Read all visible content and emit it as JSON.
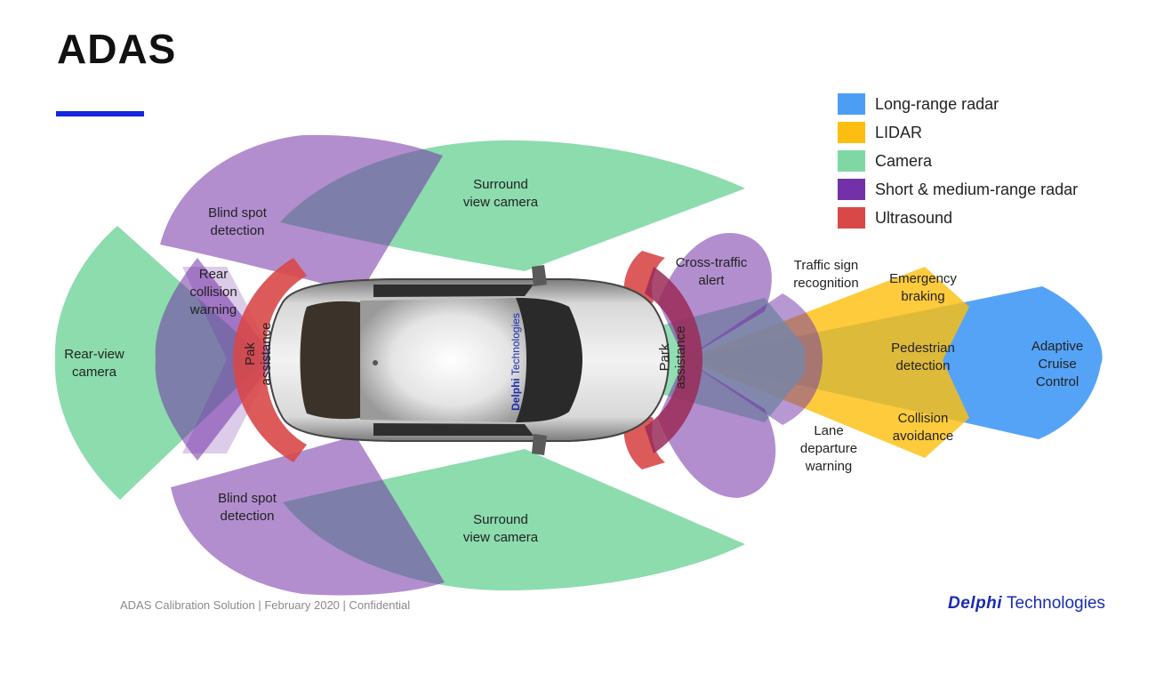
{
  "title": "ADAS",
  "accent_color": "#1426e0",
  "legend": [
    {
      "label": "Long-range radar",
      "color": "#4c9ef5"
    },
    {
      "label": "LIDAR",
      "color": "#fcbf11"
    },
    {
      "label": "Camera",
      "color": "#7fd8a4"
    },
    {
      "label": "Short & medium-range radar",
      "color": "#7231a8"
    },
    {
      "label": "Ultrasound",
      "color": "#d84848"
    }
  ],
  "zones": {
    "surround_top": "Surround\nview camera",
    "surround_bottom": "Surround\nview camera",
    "blind_top": "Blind spot\ndetection",
    "blind_bottom": "Blind spot\ndetection",
    "rear_collision": "Rear\ncollision\nwarning",
    "rear_view": "Rear-view\ncamera",
    "park_rear": "Pak\nassistance",
    "park_front": "Park\nassistance",
    "cross_traffic": "Cross-traffic\nalert",
    "traffic_sign": "Traffic sign\nrecognition",
    "emergency_braking": "Emergency\nbraking",
    "pedestrian": "Pedestrian\ndetection",
    "adaptive_cruise": "Adaptive\nCruise\nControl",
    "lane_departure": "Lane\ndeparture\nwarning",
    "collision_avoidance": "Collision\navoidance"
  },
  "car_branding": {
    "bold": "Delphi",
    "rest": " Technologies"
  },
  "footer": "ADAS Calibration Solution | February 2020 | Confidential",
  "logo": {
    "bold": "Delphi",
    "rest": " Technologies"
  }
}
